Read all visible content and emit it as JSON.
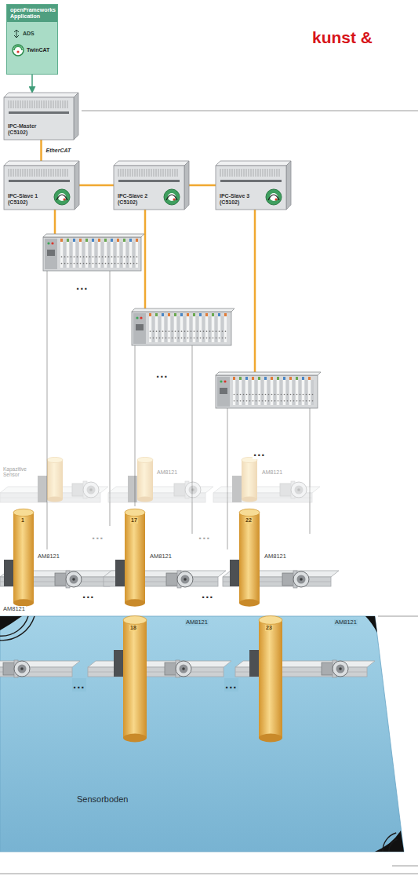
{
  "diagram": {
    "nodes": [
      {
        "text": [
          "openFrameworks Application",
          "ADS",
          "TwinCAT"
        ]
      },
      {
        "text": [
          "IPC-Master (C5102)"
        ]
      },
      {
        "text": [
          "IPC-Slave 1 (C5102)"
        ]
      },
      {
        "text": [
          "IPC-Slave 2 (C5102)"
        ]
      },
      {
        "text": [
          "IPC-Slave 3 (C5102)"
        ]
      }
    ],
    "edges": [
      {
        "from": 0,
        "to": 1,
        "arrow": "to"
      },
      {
        "from": 1,
        "to": 2,
        "arrow": "none",
        "label": "EtherCAT"
      },
      {
        "from": 2,
        "to": 3,
        "arrow": "none"
      },
      {
        "from": 3,
        "to": 4,
        "arrow": "none"
      }
    ],
    "labels": [
      "kunst &",
      "...",
      "...",
      "...",
      "Kapazitive Sensor",
      "AM8121",
      "AM8121",
      "...",
      "...",
      "1",
      "17",
      "22",
      "AM8121",
      "AM8121",
      "AM8121",
      "...",
      "...",
      "18",
      "23",
      "AM8121",
      "AM8121",
      "AM8121",
      "...",
      "...",
      "Sensorboden"
    ]
  }
}
